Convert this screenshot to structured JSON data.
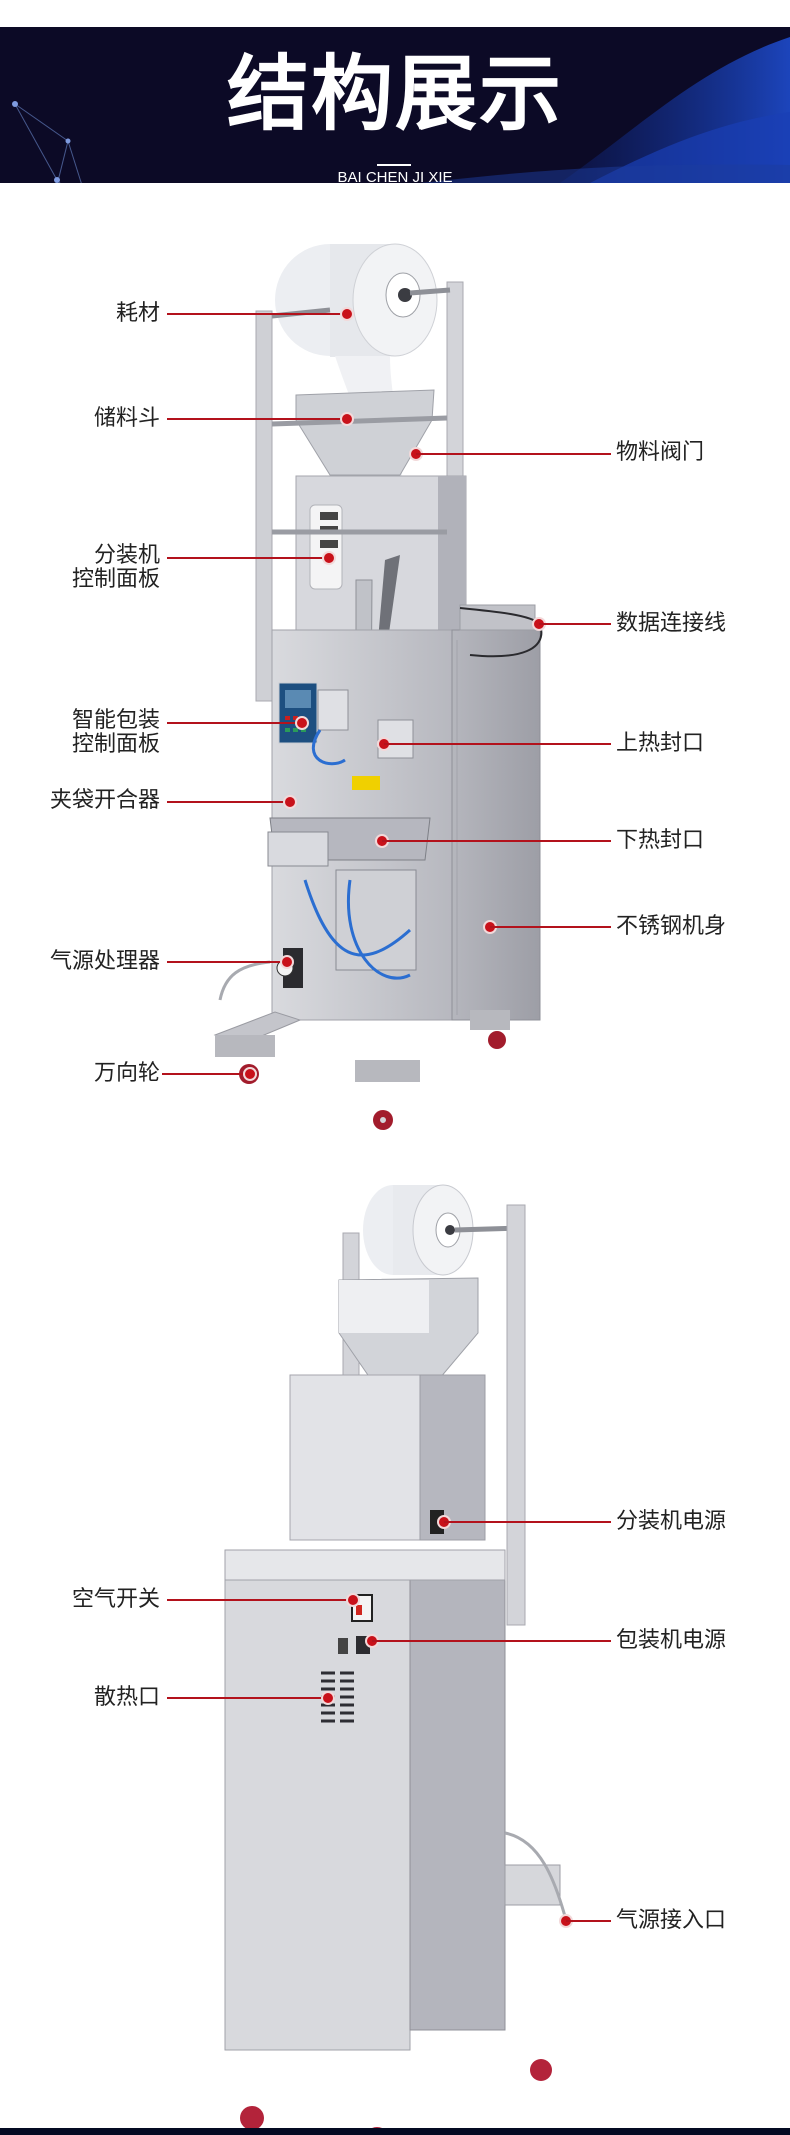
{
  "banner": {
    "title": "结构展示",
    "subtitle": "BAI CHEN JI XIE",
    "colors": {
      "background": "#0c0a26",
      "accent_wave": "#1b46c8",
      "text": "#ffffff"
    }
  },
  "callout_color": "#c8111a",
  "section1": {
    "left_labels": [
      {
        "text": "耗材"
      },
      {
        "text": "储料斗"
      },
      {
        "line1": "分装机",
        "line2": "控制面板"
      },
      {
        "line1": "智能包装",
        "line2": "控制面板"
      },
      {
        "text": "夹袋开合器"
      },
      {
        "text": "气源处理器"
      },
      {
        "text": "万向轮"
      }
    ],
    "right_labels": [
      {
        "text": "物料阀门"
      },
      {
        "text": "数据连接线"
      },
      {
        "text": "上热封口"
      },
      {
        "text": "下热封口"
      },
      {
        "text": "不锈钢机身"
      }
    ]
  },
  "section2": {
    "left_labels": [
      {
        "text": "空气开关"
      },
      {
        "text": "散热口"
      }
    ],
    "right_labels": [
      {
        "text": "分装机电源"
      },
      {
        "text": "包装机电源"
      },
      {
        "text": "气源接入口"
      }
    ]
  }
}
